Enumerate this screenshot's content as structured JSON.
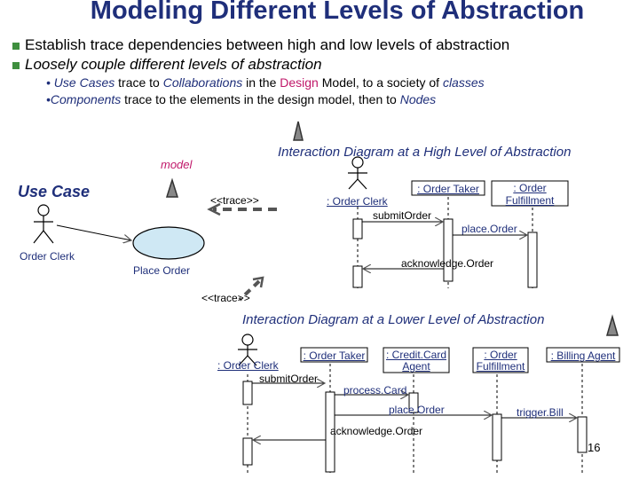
{
  "title": "Modeling Different Levels of Abstraction",
  "bullets": [
    "Establish trace dependencies between high and low levels of abstraction",
    "Loosely couple different levels of abstraction"
  ],
  "sub1": {
    "a": "• Use Cases",
    "b": " trace to ",
    "c": "Collaborations",
    "d": " in the ",
    "e": "Design",
    "f": " Model, to a society of ",
    "g": "classes"
  },
  "sub2": {
    "a": "•Components",
    "b": " trace to the elements in the design model, then to ",
    "c": "Nodes"
  },
  "model_label": "model",
  "use_case_label": "Use Case",
  "actor_order_clerk": "Order Clerk",
  "place_order": "Place Order",
  "trace_top": "<<trace>>",
  "trace_bottom": "<<trace>>",
  "high": {
    "caption": "Interaction Diagram at a High Level of Abstraction",
    "obj_order_clerk": ": Order Clerk",
    "obj_order_taker": ": Order Taker",
    "obj_order_fulfillment_1": ": Order",
    "obj_order_fulfillment_2": "Fulfillment",
    "msg_submit": "submitOrder",
    "msg_place": "place.Order",
    "msg_ack": "acknowledge.Order"
  },
  "low": {
    "caption": "Interaction Diagram at a Lower Level of Abstraction",
    "obj_order_clerk": ": Order Clerk",
    "obj_order_taker": ": Order Taker",
    "obj_credit_1": ": Credit.Card",
    "obj_credit_2": "Agent",
    "obj_fulfill_1": ": Order",
    "obj_fulfill_2": "Fulfillment",
    "obj_billing": ": Billing Agent",
    "msg_submit": "submitOrder",
    "msg_process": "process.Card",
    "msg_place": "place.Order",
    "msg_trigger": "trigger.Bill",
    "msg_ack": "acknowledge.Order"
  },
  "page_number": "16"
}
